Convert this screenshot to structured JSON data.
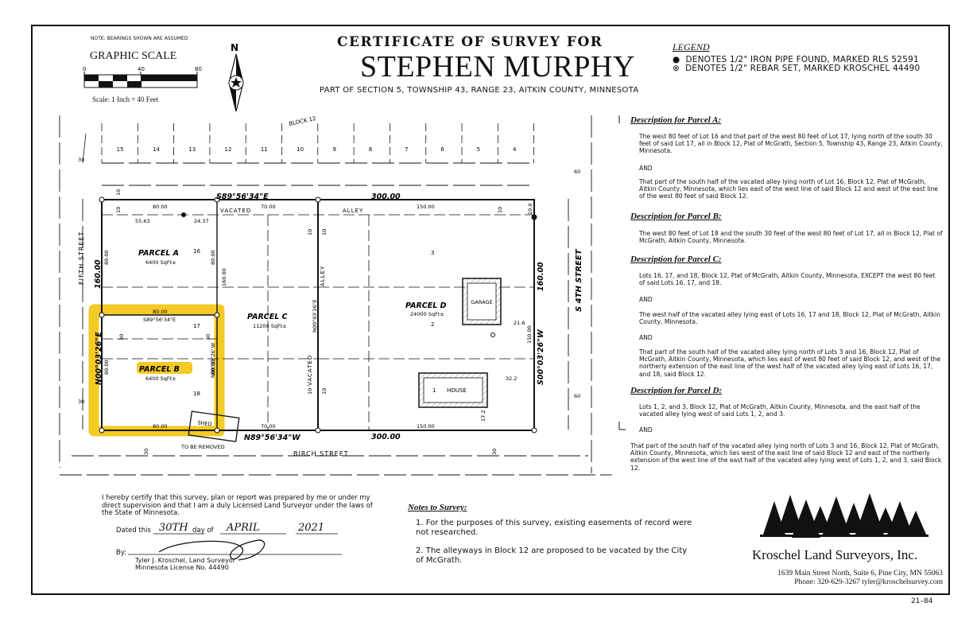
{
  "header": {
    "title_top": "CERTIFICATE OF SURVEY FOR",
    "title_main": "STEPHEN MURPHY",
    "subtitle": "PART OF SECTION 5, TOWNSHIP 43, RANGE 23, AITKIN COUNTY, MINNESOTA"
  },
  "scale": {
    "note": "NOTE: BEARINGS SHOWN ARE ASSUMED",
    "title": "GRAPHIC SCALE",
    "ticks": [
      "0",
      "40",
      "80"
    ],
    "label": "Scale: 1 Inch = 40 Feet",
    "north": "N"
  },
  "legend": {
    "title": "LEGEND",
    "items": [
      {
        "symbol": "●",
        "text": "DENOTES 1/2\" IRON PIPE FOUND, MARKED RLS 52591"
      },
      {
        "symbol": "⊗",
        "text": "DENOTES 1/2\" REBAR SET, MARKED KROSCHEL 44490"
      }
    ]
  },
  "plat": {
    "block": "BLOCK 12",
    "lots_top": [
      "15",
      "14",
      "13",
      "12",
      "11",
      "10",
      "9",
      "8",
      "7",
      "6",
      "5",
      "4"
    ],
    "streets": {
      "west": "FIFTH STREET",
      "east": "S 4TH STREET",
      "south": "BIRCH STREET",
      "vacated": "VACATED",
      "alley": "ALLEY",
      "vacated_v": "VACATED",
      "alley_v": "ALLEY"
    },
    "bearings": {
      "north": "S89°56'34\"E",
      "north_dist": "300.00",
      "south": "N89°56'34\"W",
      "south_dist": "300.00",
      "west": "N00°03'26\"E",
      "west_dist": "160.00",
      "east": "S00°03'26\"W",
      "east_dist": "160.00",
      "b_top": "S89°56'34\"E",
      "b_right": "N00°03'26\"W",
      "c_mid": "N00°03'26\"E"
    },
    "dims": {
      "d80_top": "80.00",
      "d70_top": "70.00",
      "d150_top": "150.00",
      "d5563": "55.63",
      "d2437": "24.37",
      "d80_a_left": "80.00",
      "d80_a_right": "80.00",
      "d160_mid": "160.00",
      "d80_b_top": "80.00",
      "d80_b_left": "80.00",
      "d80_b_right": "80.00",
      "d80_bot": "80.00",
      "d70_bot": "70.00",
      "d150_bot": "150.00",
      "d30_left": "30",
      "d30_right": "30",
      "d30_w": "30",
      "d30_w2": "30",
      "d60_e": "60",
      "d60_e2": "60",
      "d10a": "10",
      "d10b": "10",
      "d10c": "10",
      "d10d": "10",
      "d10e": "10",
      "d10f": "10",
      "d10g": "10",
      "d10h": "10.0",
      "d30_s1": "30",
      "d30_s2": "30",
      "d216": "21.6",
      "d150v": "150.00",
      "d322": "32.2",
      "d172": "17.2"
    },
    "parcels": {
      "a": {
        "name": "PARCEL A",
        "area": "6400 SqFt±",
        "lot": "16"
      },
      "b": {
        "name": "PARCEL B",
        "area": "6400 SqFt±",
        "lot_top": "17",
        "lot": "18"
      },
      "c": {
        "name": "PARCEL C",
        "area": "11200 SqFt±"
      },
      "d": {
        "name": "PARCEL D",
        "area": "24000 SqFt±",
        "lot3": "3",
        "lot2": "2",
        "lot1": "1"
      }
    },
    "structures": {
      "garage": "GARAGE",
      "house": "HOUSE",
      "shed": "SHED",
      "shed_note": "TO BE REMOVED"
    },
    "highlight_color": "#f2c200"
  },
  "descriptions": [
    {
      "title": "Description for Parcel A:",
      "paras": [
        "The west 80 feet of Lot 16 and that part of the west 80 feet of Lot 17, lying north of the south 30 feet of said Lot 17, all in Block 12, Plat of McGrath, Section 5, Township 43, Range 23, Aitkin County, Minnesota.",
        "AND",
        "That part of the south half of the vacated alley lying north of Lot 16, Block 12, Plat of McGrath, Aitkin County, Minnesota, which lies east of the west line of said Block 12 and west of the east line of the west 80 feet of said Block 12."
      ]
    },
    {
      "title": "Description for Parcel B:",
      "paras": [
        "The west 80 feet of Lot 18 and the south 30 feet of the west 80 feet of Lot 17, all in Block 12, Plat of McGrath, Aitkin County, Minnesota."
      ]
    },
    {
      "title": "Description for Parcel C:",
      "paras": [
        "Lots 16, 17, and 18, Block 12, Plat of McGrath, Aitkin County, Minnesota, EXCEPT the west 80 feet of said Lots 16, 17, and 18.",
        "AND",
        "The west half of the vacated alley lying east of Lots 16, 17 and 18, Block 12, Plat of McGrath, Aitkin County, Minnesota.",
        "AND",
        "That part of the south half of the vacated alley lying north of Lots 3 and 16, Block 12, Plat of McGrath, Aitkin County, Minnesota, which lies east of west 80 feet of said Block 12, and west of the northerly extension of the east line of the west half of the vacated alley lying east of Lots 16, 17, and 18, said Block 12."
      ]
    },
    {
      "title": "Description for Parcel D:",
      "paras": [
        "Lots 1, 2, and 3, Block 12, Plat of McGrath, Aitkin County, Minnesota, and the east half of the vacated alley lying west of said Lots 1, 2, and 3.",
        "AND",
        "That part of the south half of the vacated alley lying north of Lots 3 and 16, Block 12, Plat of McGrath, Aitkin County, Minnesota, which lies west of the east line of said Block 12 and east of the northerly extension of the west line of the east half of the vacated alley lying west of Lots 1, 2, and 3, said Block 12."
      ]
    }
  ],
  "certification": {
    "text": "I hereby certify that this survey, plan or report was prepared by me or under my direct supervision and that I am a duly Licensed Land Surveyor under the laws of the State of Minnesota.",
    "dated_label": "Dated this",
    "day": "30TH",
    "day_of": "day of",
    "month": "APRIL",
    "year": "2021",
    "by": "By:",
    "name": "Tyler J. Kroschel, Land Surveyor",
    "license": "Minnesota License No. 44490"
  },
  "notes": {
    "title": "Notes to Survey:",
    "items": [
      "1.  For the purposes of this survey, existing easements of record were not researched.",
      "2.  The alleyways in Block 12 are proposed to be vacated by the City of McGrath."
    ]
  },
  "firm": {
    "name": "Kroschel Land Surveyors, Inc.",
    "address": "1639 Main Street North, Suite 6, Pine City, MN 55063",
    "contact": "Phone: 320-629-3267  tyler@kroschelsurvey.com"
  },
  "drawing_number": "21–84"
}
